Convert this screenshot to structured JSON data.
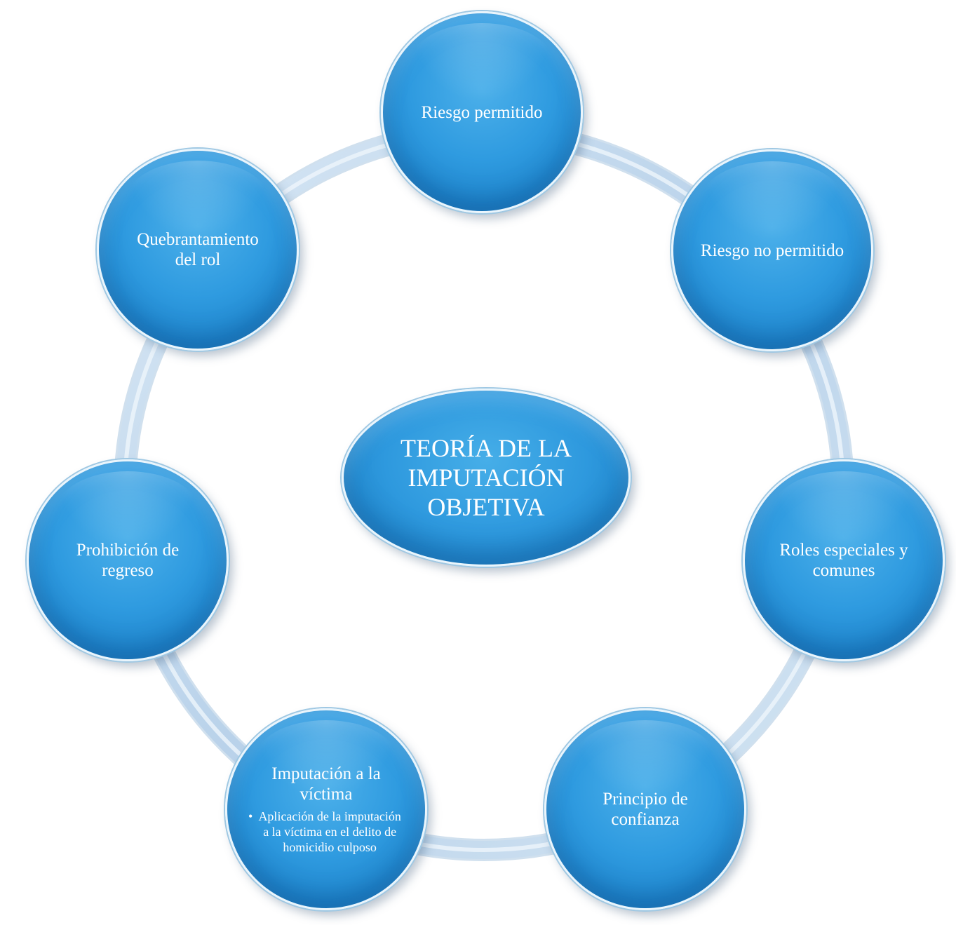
{
  "diagram": {
    "center": {
      "title": "TEORÍA DE LA IMPUTACIÓN OBJETIVA"
    },
    "nodes": [
      {
        "id": "riesgo-permitido",
        "label": "Riesgo permitido"
      },
      {
        "id": "riesgo-no-permitido",
        "label": "Riesgo no permitido"
      },
      {
        "id": "roles-especiales",
        "label": "Roles especiales y comunes"
      },
      {
        "id": "principio-confianza",
        "label": "Principio de confianza"
      },
      {
        "id": "imputacion-victima",
        "label": "Imputación a la víctima",
        "sub": "Aplicación de la imputación a la víctima en el delito de homicidio culposo"
      },
      {
        "id": "prohibicion-regreso",
        "label": "Prohibición de regreso"
      },
      {
        "id": "quebrantamiento-rol",
        "label": "Quebrantamiento del rol"
      }
    ],
    "colors": {
      "node_fill": "#2f9be0",
      "ring": "#c3d8ec",
      "text": "#ffffff"
    }
  }
}
